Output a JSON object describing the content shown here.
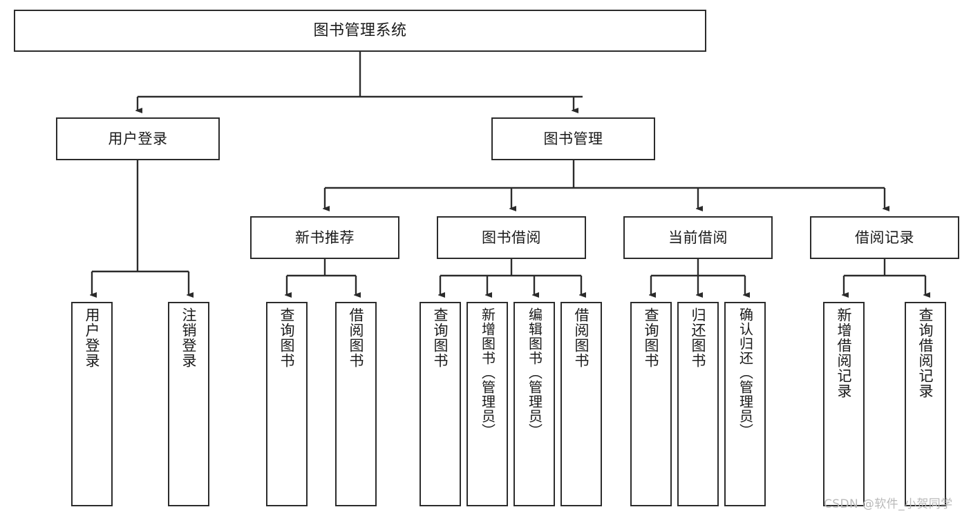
{
  "diagram": {
    "title": "图书管理系统",
    "type": "tree-hierarchy",
    "watermark": "CSDN @软件_小贺同学",
    "colors": {
      "box_border": "#2b2b2b",
      "box_fill": "#ffffff",
      "connector": "#2b2b2b",
      "text": "#1a1a1a",
      "watermark": "#b9b9b9"
    },
    "nodes": {
      "root": {
        "id": "root",
        "label": "图书管理系统",
        "level": 0,
        "orientation": "horizontal"
      },
      "level2": [
        {
          "id": "user-login",
          "label": "用户登录",
          "level": 1,
          "orientation": "horizontal"
        },
        {
          "id": "book-manage",
          "label": "图书管理",
          "level": 1,
          "orientation": "horizontal"
        }
      ],
      "level3": [
        {
          "id": "new-book-rec",
          "label": "新书推荐",
          "level": 2,
          "orientation": "horizontal",
          "parent": "book-manage"
        },
        {
          "id": "book-borrow",
          "label": "图书借阅",
          "level": 2,
          "orientation": "horizontal",
          "parent": "book-manage"
        },
        {
          "id": "current-borrow",
          "label": "当前借阅",
          "level": 2,
          "orientation": "horizontal",
          "parent": "book-manage"
        },
        {
          "id": "borrow-record",
          "label": "借阅记录",
          "level": 2,
          "orientation": "horizontal",
          "parent": "book-manage"
        }
      ],
      "leaves": [
        {
          "id": "leaf-user-login",
          "label": "用户登录",
          "parent": "user-login",
          "orientation": "vertical"
        },
        {
          "id": "leaf-user-logout",
          "label": "注销登录",
          "parent": "user-login",
          "orientation": "vertical"
        },
        {
          "id": "leaf-query-book-1",
          "label": "查询图书",
          "parent": "new-book-rec",
          "orientation": "vertical"
        },
        {
          "id": "leaf-borrow-book-1",
          "label": "借阅图书",
          "parent": "new-book-rec",
          "orientation": "vertical"
        },
        {
          "id": "leaf-query-book-2",
          "label": "查询图书",
          "parent": "book-borrow",
          "orientation": "vertical"
        },
        {
          "id": "leaf-add-book",
          "label": "新增图书（管理员）",
          "parent": "book-borrow",
          "orientation": "vertical"
        },
        {
          "id": "leaf-edit-book",
          "label": "编辑图书（管理员）",
          "parent": "book-borrow",
          "orientation": "vertical"
        },
        {
          "id": "leaf-borrow-book-2",
          "label": "借阅图书",
          "parent": "book-borrow",
          "orientation": "vertical"
        },
        {
          "id": "leaf-query-book-3",
          "label": "查询图书",
          "parent": "current-borrow",
          "orientation": "vertical"
        },
        {
          "id": "leaf-return-book",
          "label": "归还图书",
          "parent": "current-borrow",
          "orientation": "vertical"
        },
        {
          "id": "leaf-confirm-return",
          "label": "确认归还（管理员）",
          "parent": "current-borrow",
          "orientation": "vertical"
        },
        {
          "id": "leaf-add-record",
          "label": "新增借阅记录",
          "parent": "borrow-record",
          "orientation": "vertical"
        },
        {
          "id": "leaf-query-record",
          "label": "查询借阅记录",
          "parent": "borrow-record",
          "orientation": "vertical"
        }
      ]
    },
    "edges": [
      {
        "from": "root",
        "to": "user-login"
      },
      {
        "from": "root",
        "to": "book-manage"
      },
      {
        "from": "user-login",
        "to": "leaf-user-login"
      },
      {
        "from": "user-login",
        "to": "leaf-user-logout"
      },
      {
        "from": "book-manage",
        "to": "new-book-rec"
      },
      {
        "from": "book-manage",
        "to": "book-borrow"
      },
      {
        "from": "book-manage",
        "to": "current-borrow"
      },
      {
        "from": "book-manage",
        "to": "borrow-record"
      },
      {
        "from": "new-book-rec",
        "to": "leaf-query-book-1"
      },
      {
        "from": "new-book-rec",
        "to": "leaf-borrow-book-1"
      },
      {
        "from": "book-borrow",
        "to": "leaf-query-book-2"
      },
      {
        "from": "book-borrow",
        "to": "leaf-add-book"
      },
      {
        "from": "book-borrow",
        "to": "leaf-edit-book"
      },
      {
        "from": "book-borrow",
        "to": "leaf-borrow-book-2"
      },
      {
        "from": "current-borrow",
        "to": "leaf-query-book-3"
      },
      {
        "from": "current-borrow",
        "to": "leaf-return-book"
      },
      {
        "from": "current-borrow",
        "to": "leaf-confirm-return"
      },
      {
        "from": "borrow-record",
        "to": "leaf-add-record"
      },
      {
        "from": "borrow-record",
        "to": "leaf-query-record"
      }
    ]
  }
}
